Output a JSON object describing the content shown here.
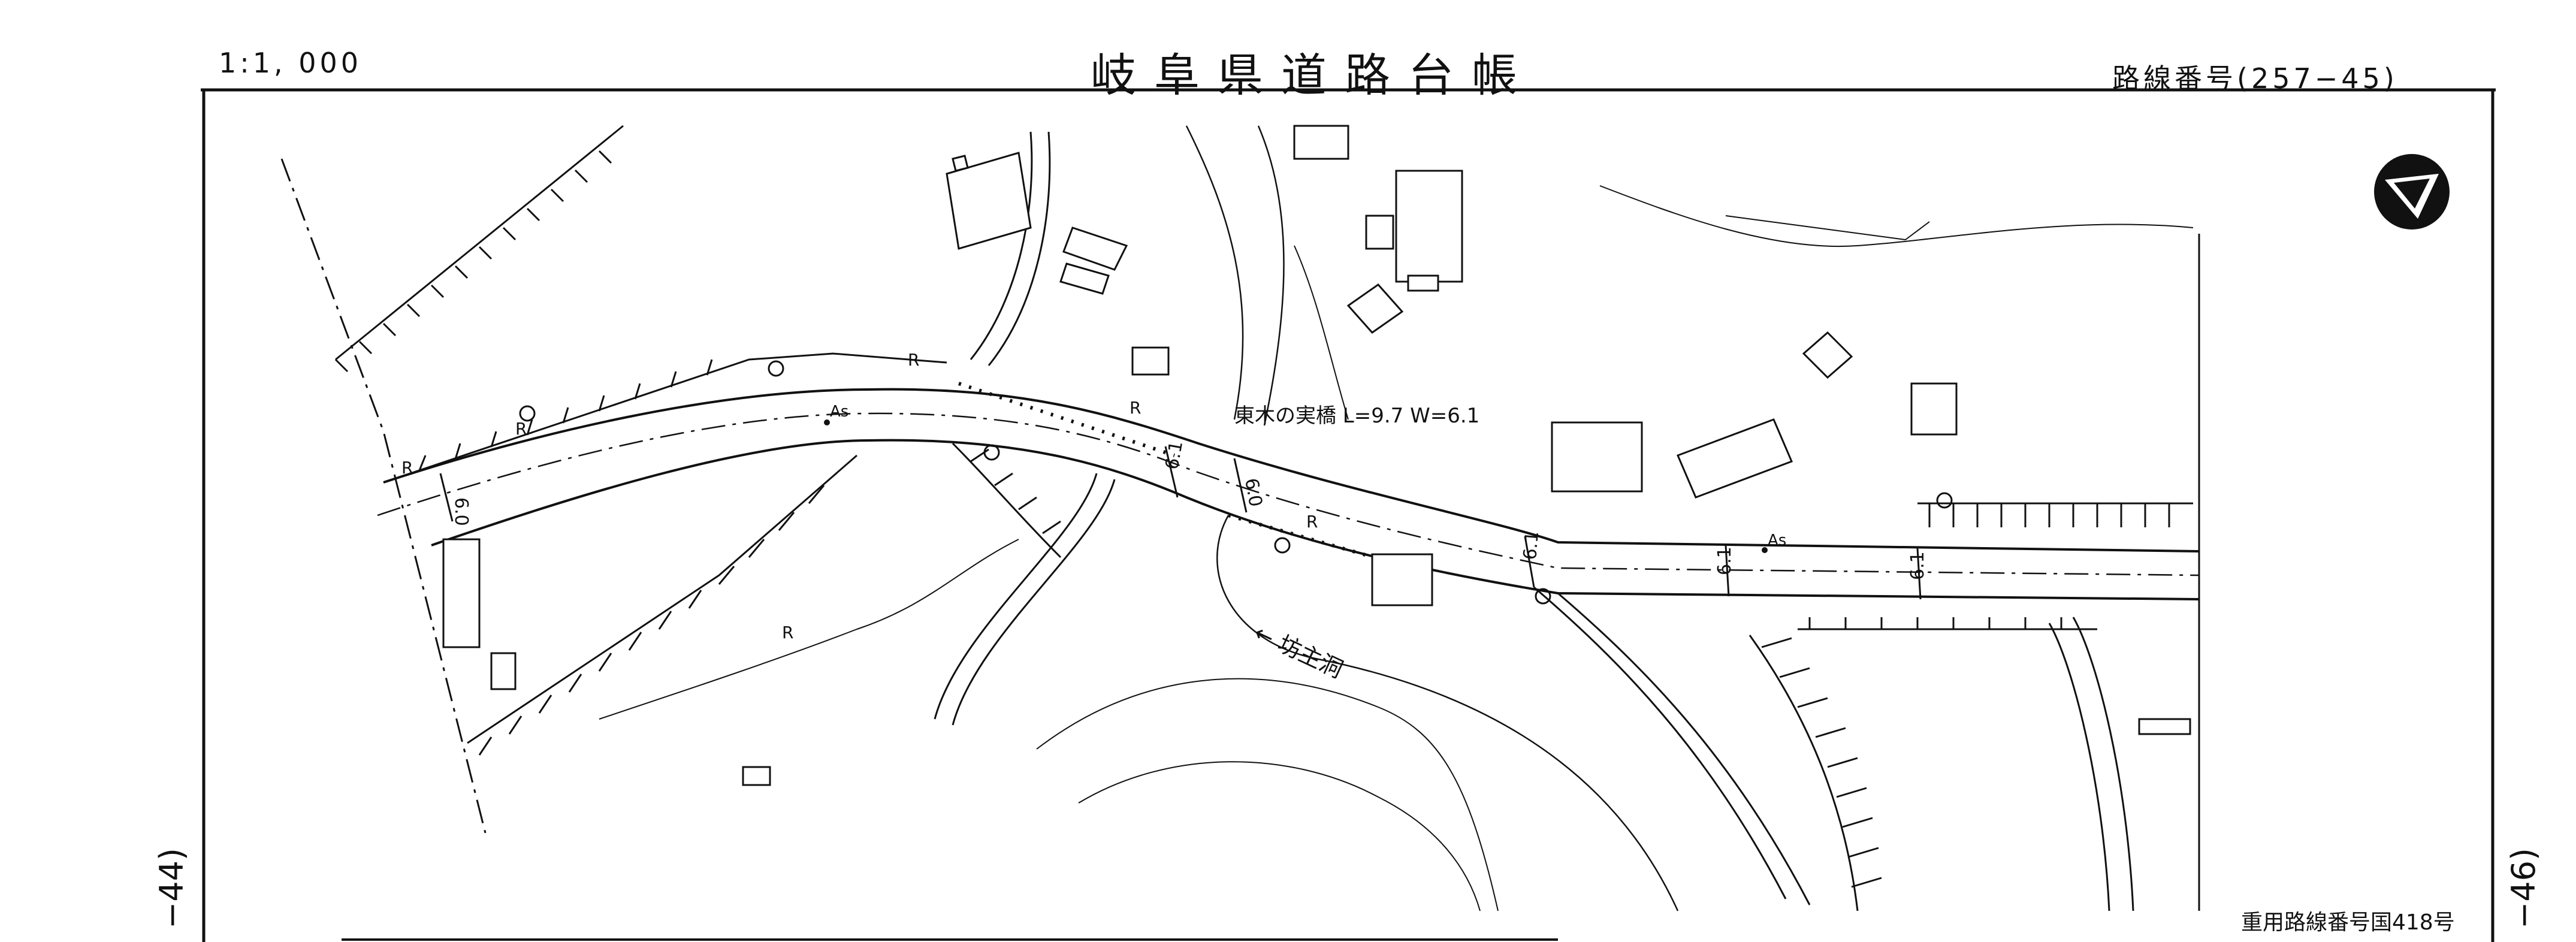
{
  "header": {
    "scale": "1:1, 000",
    "title": "岐阜県道路台帳",
    "route_number": "路線番号(257−45)"
  },
  "edges": {
    "left": "−44)",
    "right": "−46)"
  },
  "footer": {
    "note": "重用路線番号国418号"
  },
  "map": {
    "bridge_label": "東木の実橋 L=9.7 W=6.1",
    "river_label": "← 坊主洞",
    "widths": [
      "6.0",
      "6.1",
      "6.0",
      "6.1",
      "6.1",
      "6.1"
    ],
    "surface_labels": [
      "As",
      "As"
    ],
    "retaining_wall_labels": [
      "R",
      "R",
      "R",
      "R",
      "R",
      "R"
    ],
    "north_arrow_icon": "north-arrow-icon"
  },
  "colors": {
    "ink": "#111111",
    "paper": "#ffffff"
  }
}
